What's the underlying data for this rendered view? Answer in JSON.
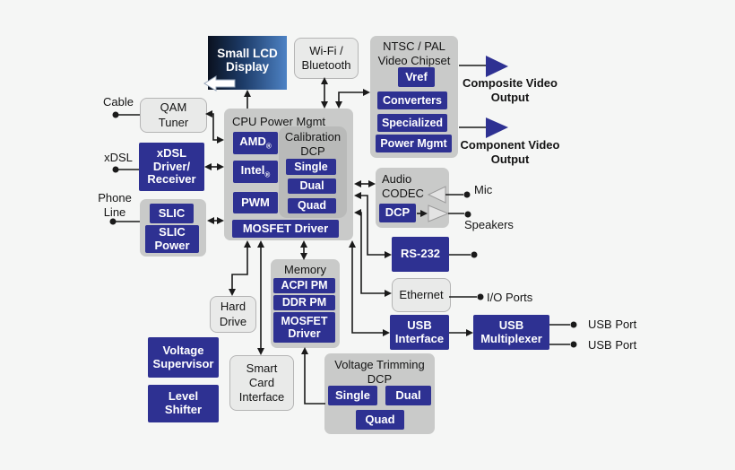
{
  "palette": {
    "accent_blue": "#2e3192",
    "group_panel_gray": "#c9cac9",
    "inner_panel_gray": "#b9bab9",
    "io_box_gray": "#e9eae9",
    "background": "#f5f6f5",
    "connector_black": "#1a1a1a",
    "lcd_gradient_left": "#0a111f",
    "lcd_gradient_right": "#4d82c4"
  },
  "rail": {
    "cable": "Cable",
    "xdsl": "xDSL",
    "phone_line": "Phone\nLine"
  },
  "lcd": {
    "label": "Small LCD\nDisplay"
  },
  "wifi": {
    "label": "Wi-Fi /\nBluetooth"
  },
  "qam": {
    "label": "QAM\nTuner"
  },
  "xdsl_block": {
    "label": "xDSL\nDriver/\nReceiver"
  },
  "slic_group": {
    "slic": "SLIC",
    "slic_power": "SLIC\nPower"
  },
  "cpu": {
    "title": "CPU Power Mgmt",
    "amd": "AMD",
    "intel": "Intel",
    "reg": "®",
    "pwm": "PWM",
    "mosfet_driver": "MOSFET Driver",
    "calibration": {
      "title": "Calibration\nDCP",
      "single": "Single",
      "dual": "Dual",
      "quad": "Quad"
    }
  },
  "video": {
    "title": "NTSC / PAL\nVideo Chipset",
    "vref": "Vref",
    "converters": "Converters",
    "specialized": "Specialized",
    "power_mgmt": "Power Mgmt",
    "composite_label": "Composite Video\nOutput",
    "component_label": "Component Video\nOutput"
  },
  "audio": {
    "title": "Audio\nCODEC",
    "dcp": "DCP",
    "mic": "Mic",
    "speakers": "Speakers"
  },
  "memory": {
    "title": "Memory",
    "acpi_pm": "ACPI PM",
    "ddr_pm": "DDR PM",
    "mosfet_driver": "MOSFET\nDriver"
  },
  "hard_drive": {
    "label": "Hard\nDrive"
  },
  "smart_card": {
    "label": "Smart\nCard\nInterface"
  },
  "voltage_supervisor": {
    "label": "Voltage\nSupervisor"
  },
  "level_shifter": {
    "label": "Level\nShifter"
  },
  "voltage_trimming": {
    "title": "Voltage Trimming\nDCP",
    "single": "Single",
    "dual": "Dual",
    "quad": "Quad"
  },
  "rs232": {
    "label": "RS-232"
  },
  "ethernet": {
    "label": "Ethernet",
    "io_ports": "I/O Ports"
  },
  "usb": {
    "interface": "USB\nInterface",
    "multiplexer": "USB\nMultiplexer",
    "port_top": "USB Port",
    "port_bottom": "USB Port"
  }
}
